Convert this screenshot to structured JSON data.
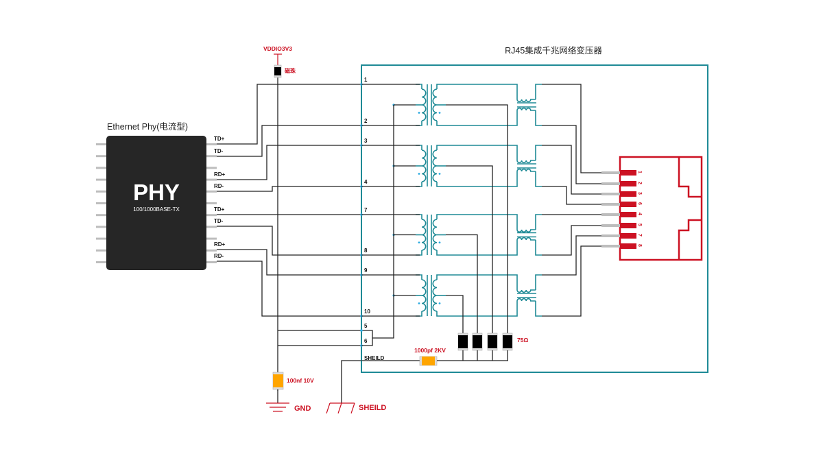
{
  "phy": {
    "title": "Ethernet Phy(电流型)",
    "chip_name": "PHY",
    "chip_sub": "100/1000BASE-TX",
    "pins": [
      "TD+",
      "TD-",
      "RD+",
      "RD-",
      "TD+",
      "TD-",
      "RD+",
      "RD-"
    ]
  },
  "power": {
    "rail": "VDDIO3V3",
    "bead_label": "磁珠",
    "cap_label": "100nf 10V",
    "gnd_label": "GND"
  },
  "module": {
    "title": "RJ45集成千兆网络变压器",
    "pin_labels": [
      "1",
      "2",
      "3",
      "4",
      "7",
      "8",
      "9",
      "10",
      "5",
      "6"
    ],
    "shield_pin": "SHEILD",
    "hv_cap_label": "1000pf 2KV",
    "resistor_label": "75Ω",
    "jack_pins": [
      "1",
      "2",
      "3",
      "6",
      "4",
      "5",
      "7",
      "8"
    ]
  },
  "shield_ground": {
    "label": "SHEILD"
  },
  "colors": {
    "module_border": "#1e8a96",
    "jack": "#cc1122",
    "capacitor": "#ffa500",
    "chip": "#262626",
    "annotation": "#cc1122"
  }
}
